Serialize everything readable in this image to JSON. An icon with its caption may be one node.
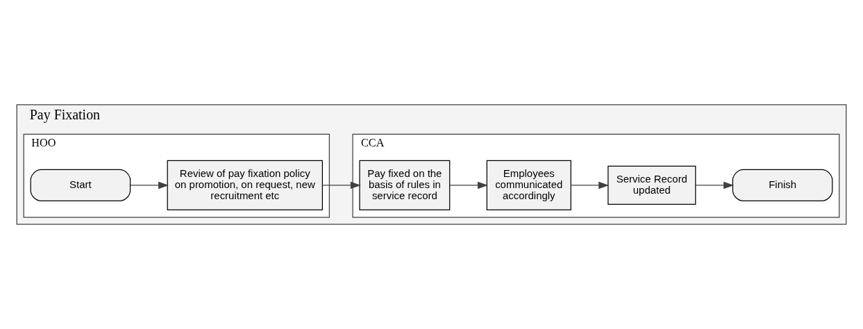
{
  "diagram": {
    "nodes": [
      {
        "text": [
          "Pay Fixation"
        ]
      },
      {
        "text": [
          "CCA"
        ],
        "in": 0
      },
      {
        "text": [
          "HOO"
        ],
        "in": 0
      },
      {
        "text": [
          "Pay fixed on the basis of rules in service record"
        ],
        "in": 1
      },
      {
        "text": [
          "Employees communicated accordingly"
        ],
        "in": 1
      },
      {
        "text": [
          "Service Record updated"
        ],
        "in": 1
      },
      {
        "text": [
          "Finish"
        ],
        "in": 1
      },
      {
        "text": [
          "Start"
        ],
        "in": 2
      },
      {
        "text": [
          "Review of pay fixation policy on promotion, on request, new recruitment etc"
        ],
        "in": 2
      }
    ],
    "edges": [
      {
        "from": 7,
        "to": 8,
        "arrow": "to"
      },
      {
        "from": 8,
        "to": 3,
        "arrow": "to"
      },
      {
        "from": 3,
        "to": 4,
        "arrow": "to"
      },
      {
        "from": 4,
        "to": 5,
        "arrow": "to"
      },
      {
        "from": 5,
        "to": 6,
        "arrow": "to"
      }
    ]
  }
}
